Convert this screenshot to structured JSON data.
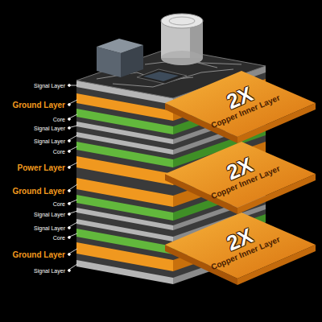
{
  "diagram": {
    "nodes": [
      {
        "text": [
          "2X",
          "Copper Inner Layer"
        ]
      },
      {
        "text": [
          "2X",
          "Copper Inner Layer"
        ]
      },
      {
        "text": [
          "2X",
          "Copper Inner Layer"
        ]
      }
    ],
    "labels": [
      "Signal Layer",
      "Ground Layer",
      "Core",
      "Signal Layer",
      "Signal Layer",
      "Core",
      "Power Layer",
      "Ground Layer",
      "Core",
      "Signal Layer",
      "Signal Layer",
      "Core",
      "Ground Layer",
      "Signal Layer"
    ]
  }
}
